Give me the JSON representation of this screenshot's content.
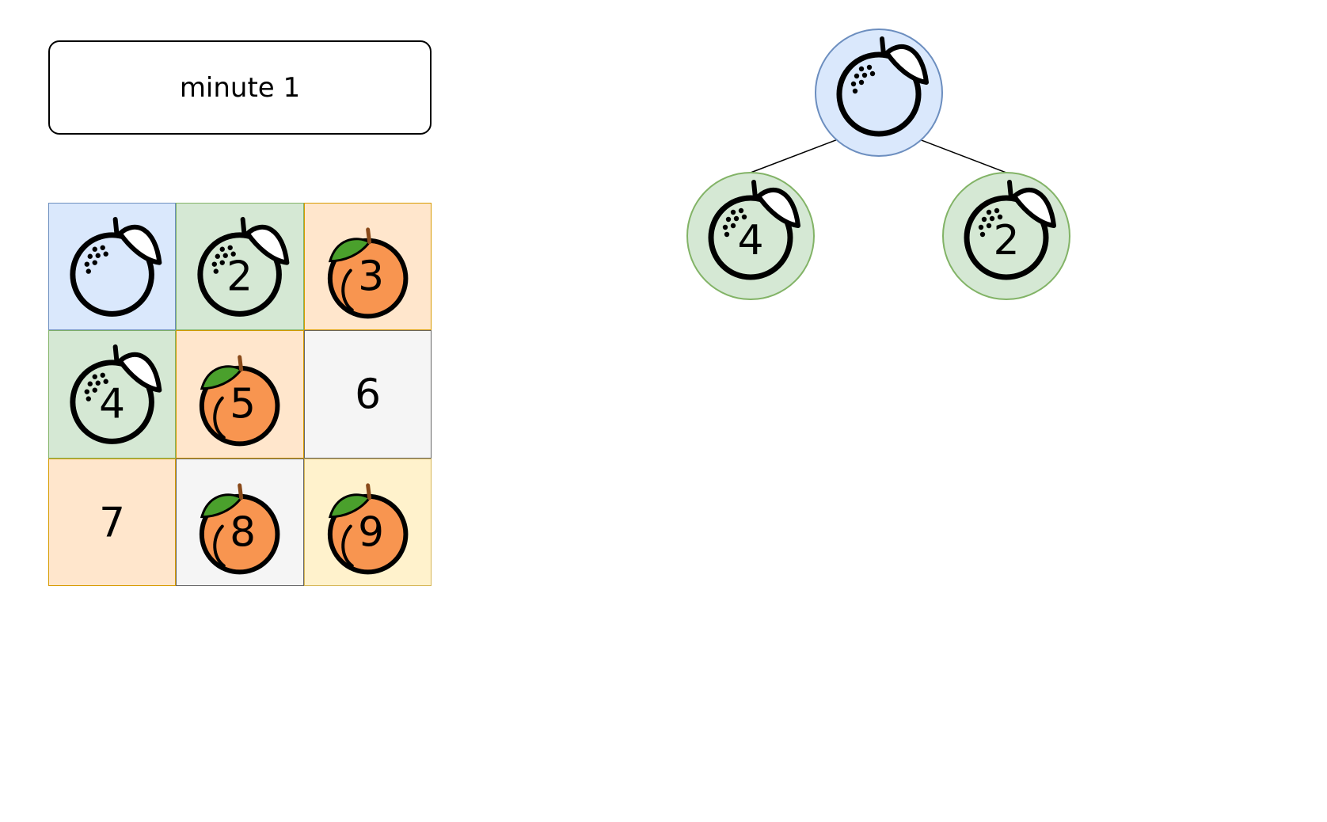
{
  "title": "minute 1",
  "colors": {
    "rotten_fill": "#dae8fc",
    "rotten_stroke": "#6c8ebf",
    "infected_fill": "#d5e8d4",
    "infected_stroke": "#82b366",
    "fresh_fill": "#ffe6cc",
    "fresh_stroke": "#d79b00",
    "empty_fill": "#f5f5f5",
    "empty_stroke": "#666666",
    "yellow_fill": "#fff2cc",
    "yellow_stroke": "#d6b656",
    "orange": "#f89550",
    "leaf": "#4aa02c"
  },
  "grid": {
    "rows": 3,
    "cols": 3,
    "cells": [
      {
        "label": "",
        "state": "rotten",
        "icon": "rotten-orange-icon",
        "color": "rotten"
      },
      {
        "label": "2",
        "state": "infected",
        "icon": "rotten-orange-icon",
        "color": "infected"
      },
      {
        "label": "3",
        "state": "fresh",
        "icon": "fresh-orange-icon",
        "color": "fresh"
      },
      {
        "label": "4",
        "state": "infected",
        "icon": "rotten-orange-icon",
        "color": "infected"
      },
      {
        "label": "5",
        "state": "fresh",
        "icon": "fresh-orange-icon",
        "color": "fresh"
      },
      {
        "label": "6",
        "state": "empty",
        "icon": "",
        "color": "empty"
      },
      {
        "label": "7",
        "state": "empty",
        "icon": "",
        "color": "fresh"
      },
      {
        "label": "8",
        "state": "fresh",
        "icon": "fresh-orange-icon",
        "color": "empty"
      },
      {
        "label": "9",
        "state": "fresh",
        "icon": "fresh-orange-icon",
        "color": "yellow"
      }
    ]
  },
  "tree": {
    "root": {
      "label": "",
      "state": "rotten"
    },
    "children": [
      {
        "label": "4",
        "state": "infected"
      },
      {
        "label": "2",
        "state": "infected"
      }
    ]
  }
}
